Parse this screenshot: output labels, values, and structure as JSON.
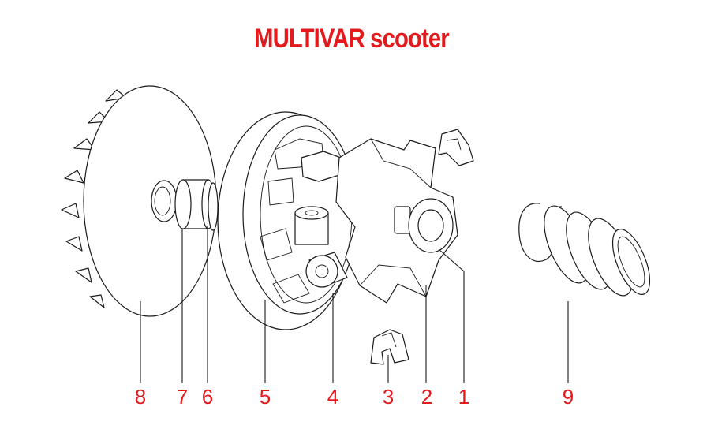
{
  "title": "MULTIVAR scooter",
  "colors": {
    "accent": "#e3191c",
    "line": "#1a1a1a"
  },
  "callouts": [
    {
      "label": "8",
      "part": "fan-pulley-half"
    },
    {
      "label": "7",
      "part": "bushing-collar"
    },
    {
      "label": "6",
      "part": "spacer-washer"
    },
    {
      "label": "5",
      "part": "variator-pulley"
    },
    {
      "label": "4",
      "part": "roller-weight"
    },
    {
      "label": "3",
      "part": "slider-guide"
    },
    {
      "label": "2",
      "part": "ramp-plate"
    },
    {
      "label": "1",
      "part": "inner-bushing"
    },
    {
      "label": "9",
      "part": "spring"
    }
  ]
}
